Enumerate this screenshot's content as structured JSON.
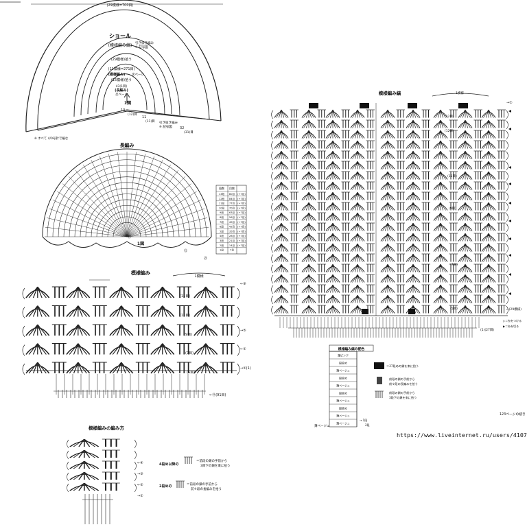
{
  "shawl": {
    "top_width": "(29模様=700目)",
    "title": "ショール",
    "subtitle": "(模様編み縞)",
    "note_a1": "引き抜き編み",
    "note_a2": "※ 記号図",
    "rows_29": "(29模様)拾う",
    "rows_11": "(11模様=271目)",
    "pattern_label": "(模様編み)",
    "page_ref": "次ページ",
    "rows_15": "(15模様)拾う",
    "inner1": "43(1目)",
    "inner2": "(長編み)",
    "inner3": "次ページ",
    "fig": "1図",
    "n13": "13",
    "n13b": "(12)目",
    "n11": "11",
    "n11b": "(11)目",
    "n32": "32",
    "n32b": "(31)目",
    "note_b1": "引き抜き編み",
    "note_b2": "※ 記号図",
    "footnote": "※ すべて 4/0号針で編む"
  },
  "long_stitch": {
    "title": "長編み",
    "fig": "1図",
    "table_headers": [
      "段数",
      "目数"
    ],
    "table_rows": [
      [
        "13段",
        "80目",
        "(+7目)"
      ],
      [
        "12段",
        "84目",
        "(+7目)"
      ],
      [
        "11段",
        "77目",
        "(+7目)"
      ],
      [
        "10段",
        "70目",
        "(+7目)"
      ],
      [
        "9段",
        "63目",
        "(+7目)"
      ],
      [
        "8段",
        "56目",
        "(+7目)"
      ],
      [
        "7段",
        "49目",
        "(+7目)"
      ],
      [
        "6段",
        "42目",
        "(+7目)"
      ],
      [
        "5段",
        "35目",
        "(+7目)"
      ],
      [
        "4段",
        "28目",
        "(+7目)"
      ],
      [
        "3段",
        "21目",
        "(+7目)"
      ],
      [
        "2段",
        "14目",
        "(+7目)"
      ],
      [
        "1段",
        "7目",
        ""
      ]
    ],
    "start_marks": [
      "⑬",
      "⑫",
      "㉗"
    ]
  },
  "pattern_small": {
    "title": "模様編み",
    "repeat": "1模様",
    "rows": [
      "(11目)",
      "(11目)",
      "(9目)",
      "(7目)",
      "(5目)"
    ],
    "arrows": [
      "←⑨",
      "→⑤",
      "←①",
      "→①(1)",
      "←⑪(91目)"
    ]
  },
  "how_to": {
    "title": "模様編みの編み方",
    "row4_label": "4段め以降の",
    "row4_desc1": "＝前段の鎖の手前から",
    "row4_desc2": "3目下の鎖を束に拾う",
    "row2_label": "2段めの",
    "row2_desc1": "＝前段の鎖の手前から",
    "row2_desc2": "前々段の長編みを拾う",
    "arrows": [
      "←④",
      "→③",
      "←②",
      "→①"
    ]
  },
  "pattern_stripe": {
    "title": "模様編み縞",
    "repeat": "1模様",
    "counts": [
      "(12目)",
      "(12目)",
      "(11目)",
      "(9目)",
      "(7目)",
      "(5目)"
    ],
    "arrow_top": "→①",
    "arrow_bottom": "←(29模様)",
    "arrow_start": "(1)(27目)",
    "legend1": "▷＝糸をつける",
    "legend2": "▶＝糸を切る"
  },
  "color_table": {
    "title": "模様編み縞の配色",
    "rows": [
      "薄ピンク",
      "段染め",
      "薄ベージュ",
      "段染め",
      "薄ベージュ",
      "段染め",
      "薄ベージュ",
      "段染め",
      "薄ベージュ",
      "薄ベージュ"
    ],
    "bottom": "薄ベージュ",
    "side_a": "→ 1段",
    "side_b": "2段",
    "legend1": "＝27段めの鎖を束に拾う",
    "legend2a": "前段の鎖の手前から",
    "legend2b": "前々段の長編みを拾う",
    "legend3a": "前段の鎖の手前から",
    "legend3b": "3段下の鎖を束に拾う"
  },
  "continued": "123ページの続き",
  "url": "https://www.liveinternet.ru/users/4107042/"
}
